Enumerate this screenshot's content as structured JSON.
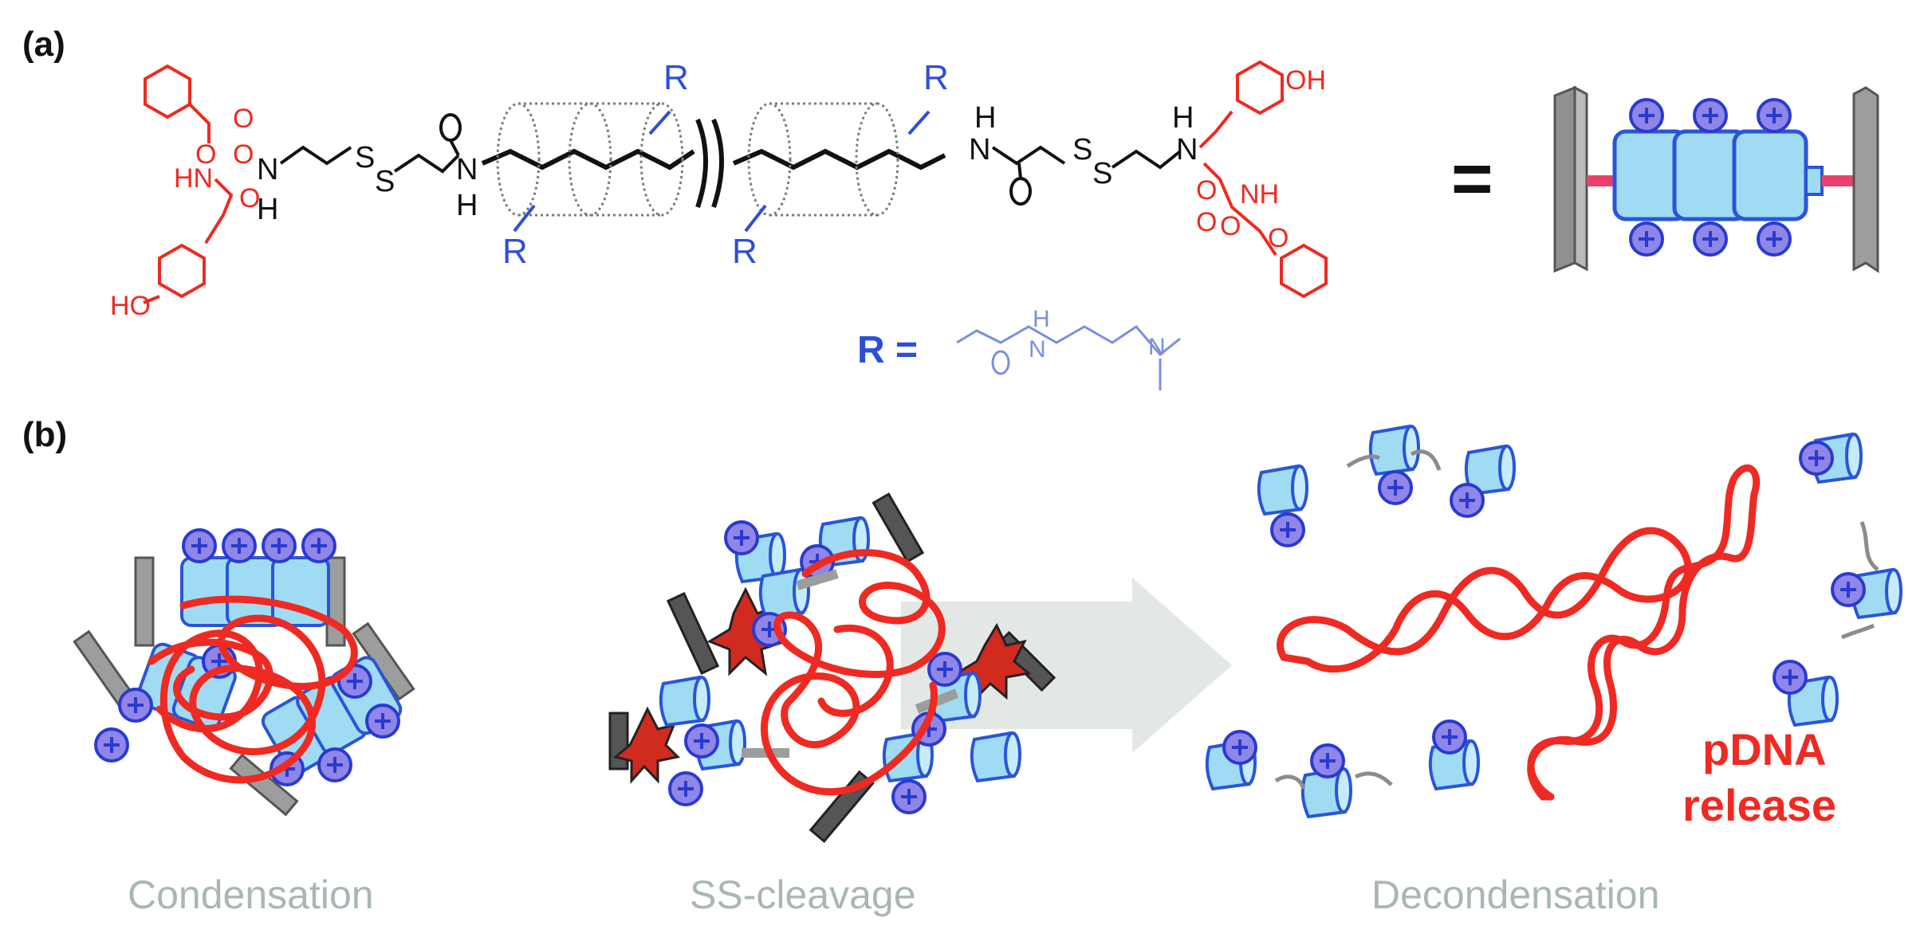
{
  "panel_a": {
    "label": "(a)",
    "atoms": {
      "nh": "N",
      "h": "H",
      "o": "O",
      "s": "S",
      "oh": "OH",
      "ho": "HO",
      "hn": "HN",
      "nh_ring": "NH",
      "n_tertiary": "N"
    },
    "substituent_label": "R",
    "r_definition_label": "R =",
    "equals": "="
  },
  "panel_b": {
    "label": "(b)",
    "stages": [
      "Condensation",
      "SS-cleavage",
      "Decondensation"
    ],
    "release_line1": "pDNA",
    "release_line2": "release"
  },
  "colors": {
    "black": "#111111",
    "red": "#ee2a22",
    "blue": "#2d4fd6",
    "cyclodextrin_fill": "#9fdcf3",
    "cyclodextrin_stroke": "#2a55d8",
    "stopper_gray": "#9b9e9c",
    "label_gray": "#a9b7b4",
    "arrow_gray": "#e3e8e6"
  }
}
